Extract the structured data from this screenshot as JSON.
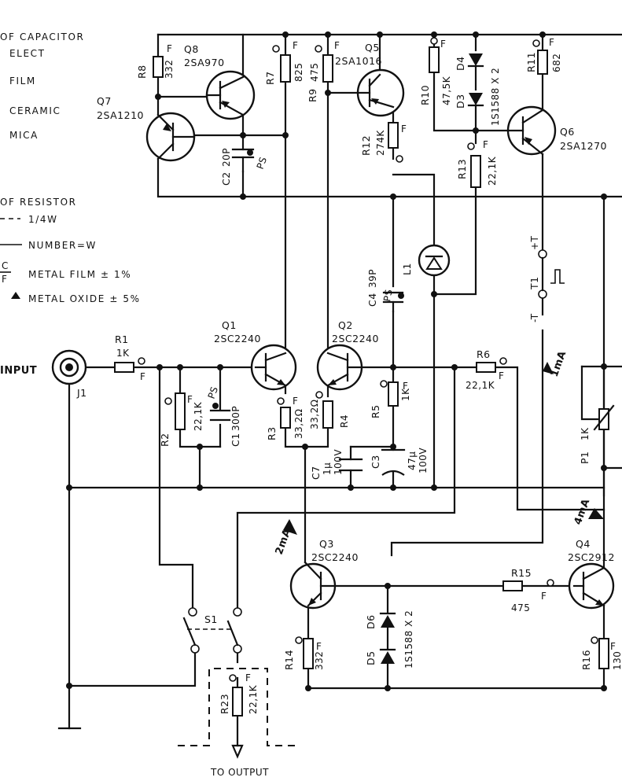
{
  "legend": {
    "capacitor_title": "OF CAPACITOR",
    "cap_elect": "ELECT",
    "cap_film": "FILM",
    "cap_ceramic": "CERAMIC",
    "cap_mica": "MICA",
    "resistor_title": "OF RESISTOR",
    "res_quarter_watt": "1/4W",
    "res_number_w": "NUMBER=W",
    "res_metal_film": "METAL FILM ± 1%",
    "res_metal_film_mark": "F",
    "res_metal_oxide": "METAL OXIDE ± 5%"
  },
  "transistors": {
    "q1": {
      "ref": "Q1",
      "part": "2SC2240"
    },
    "q2": {
      "ref": "Q2",
      "part": "2SC2240"
    },
    "q3": {
      "ref": "Q3",
      "part": "2SC2240"
    },
    "q4": {
      "ref": "Q4",
      "part": "2SC2912"
    },
    "q5": {
      "ref": "Q5",
      "part": "2SA1016"
    },
    "q6": {
      "ref": "Q6",
      "part": "2SA1270"
    },
    "q7": {
      "ref": "Q7",
      "part": "2SA1210"
    },
    "q8": {
      "ref": "Q8",
      "part": "2SA970"
    }
  },
  "resistors": {
    "r1": {
      "ref": "R1",
      "value": "1K"
    },
    "r2": {
      "ref": "R2",
      "value": "22,1K"
    },
    "r3": {
      "ref": "R3",
      "value": "33,2Ω"
    },
    "r4": {
      "value": "33,2Ω",
      "note": "R4"
    },
    "r5": {
      "ref": "R5",
      "value": "1K"
    },
    "r6": {
      "ref": "R6",
      "value": "22,1K"
    },
    "r7": {
      "ref": "R7",
      "value": "825"
    },
    "r8": {
      "ref": "R8",
      "value": "332"
    },
    "r9": {
      "ref": "R9",
      "value": "475"
    },
    "r10": {
      "ref": "R10",
      "value": "47,5K"
    },
    "r11": {
      "ref": "R11",
      "value": "682"
    },
    "r12": {
      "ref": "R12",
      "value": "274K"
    },
    "r13": {
      "ref": "R13",
      "value": "22,1K"
    },
    "r14": {
      "ref": "R14",
      "value": "332"
    },
    "r15": {
      "ref": "R15",
      "value": "475"
    },
    "r16": {
      "ref": "R16",
      "value": "130"
    },
    "r23": {
      "ref": "R23",
      "value": "22,1K"
    },
    "tol_mark": "F"
  },
  "capacitors": {
    "c1": {
      "ref": "C1",
      "value": "300P",
      "type": "PS"
    },
    "c2": {
      "ref": "C2",
      "value": "20P",
      "type": "PS"
    },
    "c3": {
      "ref": "C3",
      "value": "47µ",
      "voltage": "100V"
    },
    "c4": {
      "ref": "C4",
      "value": "39P",
      "type": "PS"
    },
    "c7": {
      "ref": "C7",
      "value": "1µ",
      "voltage": "100V"
    }
  },
  "diodes": {
    "d3": {
      "ref": "D3"
    },
    "d4": {
      "ref": "D4"
    },
    "d34_part": "1S1588 X 2",
    "d5": {
      "ref": "D5"
    },
    "d6": {
      "ref": "D6"
    },
    "d56_part": "1S1588 X 2",
    "l1": {
      "ref": "L1"
    }
  },
  "misc": {
    "input_label": "INPUT",
    "j1": "J1",
    "s1": "S1",
    "t1": "T1",
    "t1_plus": "+T",
    "t1_minus": "-T",
    "p1": "P1",
    "p1_value": "1K",
    "output_label": "TO OUTPUT",
    "current_q3": "2mA",
    "current_q4": "4mA",
    "current_p1": "1mA"
  }
}
